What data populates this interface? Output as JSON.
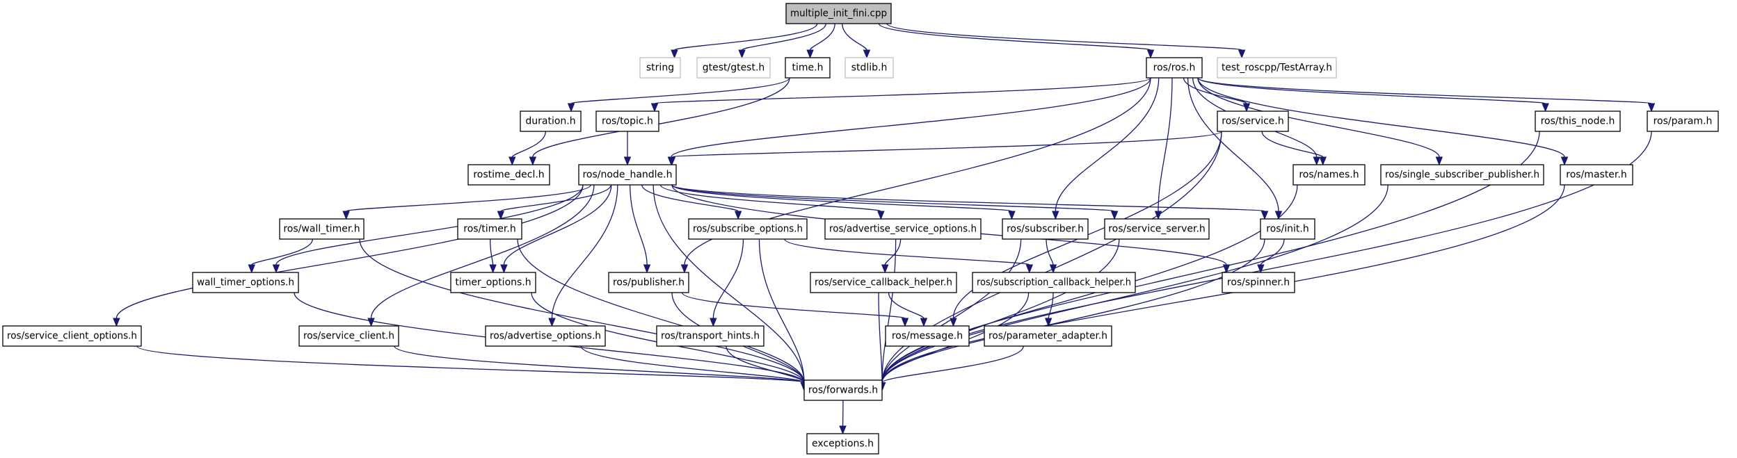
{
  "diagram": {
    "title": "multiple_init_fini.cpp",
    "edge_color": "#191970",
    "nodes": [
      {
        "id": "root",
        "label": "multiple_init_fini.cpp",
        "kind": "root"
      },
      {
        "id": "string",
        "label": "string",
        "kind": "missing"
      },
      {
        "id": "gtest",
        "label": "gtest/gtest.h",
        "kind": "missing"
      },
      {
        "id": "time",
        "label": "time.h",
        "kind": "normal"
      },
      {
        "id": "stdlib",
        "label": "stdlib.h",
        "kind": "missing"
      },
      {
        "id": "ros",
        "label": "ros/ros.h",
        "kind": "normal"
      },
      {
        "id": "testarray",
        "label": "test_roscpp/TestArray.h",
        "kind": "missing"
      },
      {
        "id": "duration",
        "label": "duration.h",
        "kind": "normal"
      },
      {
        "id": "topic",
        "label": "ros/topic.h",
        "kind": "normal"
      },
      {
        "id": "service",
        "label": "ros/service.h",
        "kind": "normal"
      },
      {
        "id": "this_node",
        "label": "ros/this_node.h",
        "kind": "normal"
      },
      {
        "id": "param",
        "label": "ros/param.h",
        "kind": "normal"
      },
      {
        "id": "rostime_decl",
        "label": "rostime_decl.h",
        "kind": "normal"
      },
      {
        "id": "node_handle",
        "label": "ros/node_handle.h",
        "kind": "normal"
      },
      {
        "id": "names",
        "label": "ros/names.h",
        "kind": "normal"
      },
      {
        "id": "ssp",
        "label": "ros/single_subscriber_publisher.h",
        "kind": "normal"
      },
      {
        "id": "master",
        "label": "ros/master.h",
        "kind": "normal"
      },
      {
        "id": "wall_timer",
        "label": "ros/wall_timer.h",
        "kind": "normal"
      },
      {
        "id": "timer",
        "label": "ros/timer.h",
        "kind": "normal"
      },
      {
        "id": "subscribe_options",
        "label": "ros/subscribe_options.h",
        "kind": "normal"
      },
      {
        "id": "adv_srv_options",
        "label": "ros/advertise_service_options.h",
        "kind": "normal"
      },
      {
        "id": "subscriber",
        "label": "ros/subscriber.h",
        "kind": "normal"
      },
      {
        "id": "service_server",
        "label": "ros/service_server.h",
        "kind": "normal"
      },
      {
        "id": "init",
        "label": "ros/init.h",
        "kind": "normal"
      },
      {
        "id": "wall_timer_options",
        "label": "wall_timer_options.h",
        "kind": "normal"
      },
      {
        "id": "timer_options",
        "label": "timer_options.h",
        "kind": "normal"
      },
      {
        "id": "publisher",
        "label": "ros/publisher.h",
        "kind": "normal"
      },
      {
        "id": "srv_cb_helper",
        "label": "ros/service_callback_helper.h",
        "kind": "normal"
      },
      {
        "id": "sub_cb_helper",
        "label": "ros/subscription_callback_helper.h",
        "kind": "normal"
      },
      {
        "id": "spinner",
        "label": "ros/spinner.h",
        "kind": "normal"
      },
      {
        "id": "srv_client_options",
        "label": "ros/service_client_options.h",
        "kind": "normal"
      },
      {
        "id": "service_client",
        "label": "ros/service_client.h",
        "kind": "normal"
      },
      {
        "id": "advertise_options",
        "label": "ros/advertise_options.h",
        "kind": "normal"
      },
      {
        "id": "transport_hints",
        "label": "ros/transport_hints.h",
        "kind": "normal"
      },
      {
        "id": "message",
        "label": "ros/message.h",
        "kind": "normal"
      },
      {
        "id": "parameter_adapter",
        "label": "ros/parameter_adapter.h",
        "kind": "normal"
      },
      {
        "id": "forwards",
        "label": "ros/forwards.h",
        "kind": "normal"
      },
      {
        "id": "exceptions",
        "label": "exceptions.h",
        "kind": "normal"
      }
    ],
    "edges": [
      [
        "root",
        "string"
      ],
      [
        "root",
        "gtest"
      ],
      [
        "root",
        "time"
      ],
      [
        "root",
        "stdlib"
      ],
      [
        "root",
        "ros"
      ],
      [
        "root",
        "testarray"
      ],
      [
        "time",
        "duration"
      ],
      [
        "time",
        "rostime_decl"
      ],
      [
        "duration",
        "rostime_decl"
      ],
      [
        "ros",
        "topic"
      ],
      [
        "ros",
        "node_handle"
      ],
      [
        "ros",
        "service"
      ],
      [
        "ros",
        "this_node"
      ],
      [
        "ros",
        "param"
      ],
      [
        "ros",
        "names"
      ],
      [
        "ros",
        "ssp"
      ],
      [
        "ros",
        "master"
      ],
      [
        "ros",
        "subscriber"
      ],
      [
        "ros",
        "service_server"
      ],
      [
        "ros",
        "init"
      ],
      [
        "ros",
        "publisher"
      ],
      [
        "topic",
        "node_handle"
      ],
      [
        "service",
        "node_handle"
      ],
      [
        "service",
        "names"
      ],
      [
        "service",
        "message"
      ],
      [
        "service",
        "forwards"
      ],
      [
        "node_handle",
        "wall_timer"
      ],
      [
        "node_handle",
        "timer"
      ],
      [
        "node_handle",
        "subscribe_options"
      ],
      [
        "node_handle",
        "adv_srv_options"
      ],
      [
        "node_handle",
        "subscriber"
      ],
      [
        "node_handle",
        "service_server"
      ],
      [
        "node_handle",
        "init"
      ],
      [
        "node_handle",
        "wall_timer_options"
      ],
      [
        "node_handle",
        "timer_options"
      ],
      [
        "node_handle",
        "publisher"
      ],
      [
        "node_handle",
        "spinner"
      ],
      [
        "node_handle",
        "srv_client_options"
      ],
      [
        "node_handle",
        "service_client"
      ],
      [
        "node_handle",
        "advertise_options"
      ],
      [
        "node_handle",
        "forwards"
      ],
      [
        "wall_timer",
        "wall_timer_options"
      ],
      [
        "wall_timer",
        "forwards"
      ],
      [
        "timer",
        "timer_options"
      ],
      [
        "timer",
        "forwards"
      ],
      [
        "subscribe_options",
        "transport_hints"
      ],
      [
        "subscribe_options",
        "sub_cb_helper"
      ],
      [
        "subscribe_options",
        "forwards"
      ],
      [
        "adv_srv_options",
        "srv_cb_helper"
      ],
      [
        "adv_srv_options",
        "forwards"
      ],
      [
        "subscriber",
        "sub_cb_helper"
      ],
      [
        "subscriber",
        "forwards"
      ],
      [
        "service_server",
        "forwards"
      ],
      [
        "init",
        "spinner"
      ],
      [
        "init",
        "forwards"
      ],
      [
        "wall_timer_options",
        "forwards"
      ],
      [
        "timer_options",
        "forwards"
      ],
      [
        "publisher",
        "message"
      ],
      [
        "publisher",
        "forwards"
      ],
      [
        "srv_cb_helper",
        "message"
      ],
      [
        "srv_cb_helper",
        "forwards"
      ],
      [
        "sub_cb_helper",
        "parameter_adapter"
      ],
      [
        "sub_cb_helper",
        "forwards"
      ],
      [
        "srv_client_options",
        "forwards"
      ],
      [
        "service_client",
        "forwards"
      ],
      [
        "advertise_options",
        "forwards"
      ],
      [
        "transport_hints",
        "forwards"
      ],
      [
        "parameter_adapter",
        "forwards"
      ],
      [
        "names",
        "forwards"
      ],
      [
        "ssp",
        "forwards"
      ],
      [
        "master",
        "forwards"
      ],
      [
        "this_node",
        "forwards"
      ],
      [
        "param",
        "forwards"
      ],
      [
        "forwards",
        "exceptions"
      ]
    ]
  }
}
